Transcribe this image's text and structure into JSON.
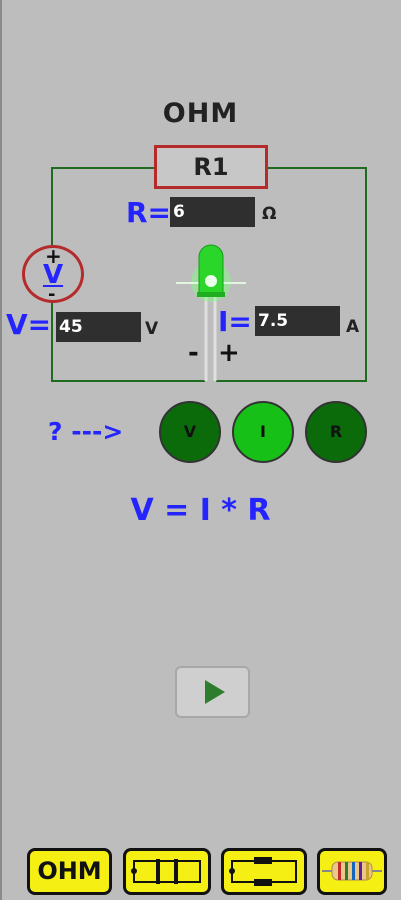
{
  "title": "OHM",
  "resistor": {
    "name": "R1",
    "label": "R=",
    "value": "6",
    "unit": "Ω"
  },
  "voltmeter": {
    "symbol": "V",
    "plus": "+",
    "minus": "-"
  },
  "voltage": {
    "label": "V=",
    "value": "45",
    "unit": "V"
  },
  "current": {
    "label": "I=",
    "value": "7.5",
    "unit": "A"
  },
  "led_polarity": {
    "minus": "-",
    "plus": "+"
  },
  "query": {
    "text": "? --->",
    "buttons": [
      {
        "label": "V",
        "color": "#0b6b0b"
      },
      {
        "label": "I",
        "color": "#16c016"
      },
      {
        "label": "R",
        "color": "#0b6b0b"
      }
    ]
  },
  "formula": "V = I * R",
  "play_button": {
    "icon": "play-icon",
    "color": "#2e7d2e"
  },
  "tabs": [
    {
      "label": "OHM",
      "icon": "ohm-text"
    },
    {
      "label": "",
      "icon": "series-circuit-icon"
    },
    {
      "label": "",
      "icon": "parallel-circuit-icon"
    },
    {
      "label": "",
      "icon": "resistor-color-code-icon"
    }
  ],
  "colors": {
    "wire": "#1f6b1f",
    "resistor_border": "#b52a2a",
    "label_blue": "#2424ff",
    "tab_yellow": "#f5ef14",
    "led_green": "#22e022"
  }
}
